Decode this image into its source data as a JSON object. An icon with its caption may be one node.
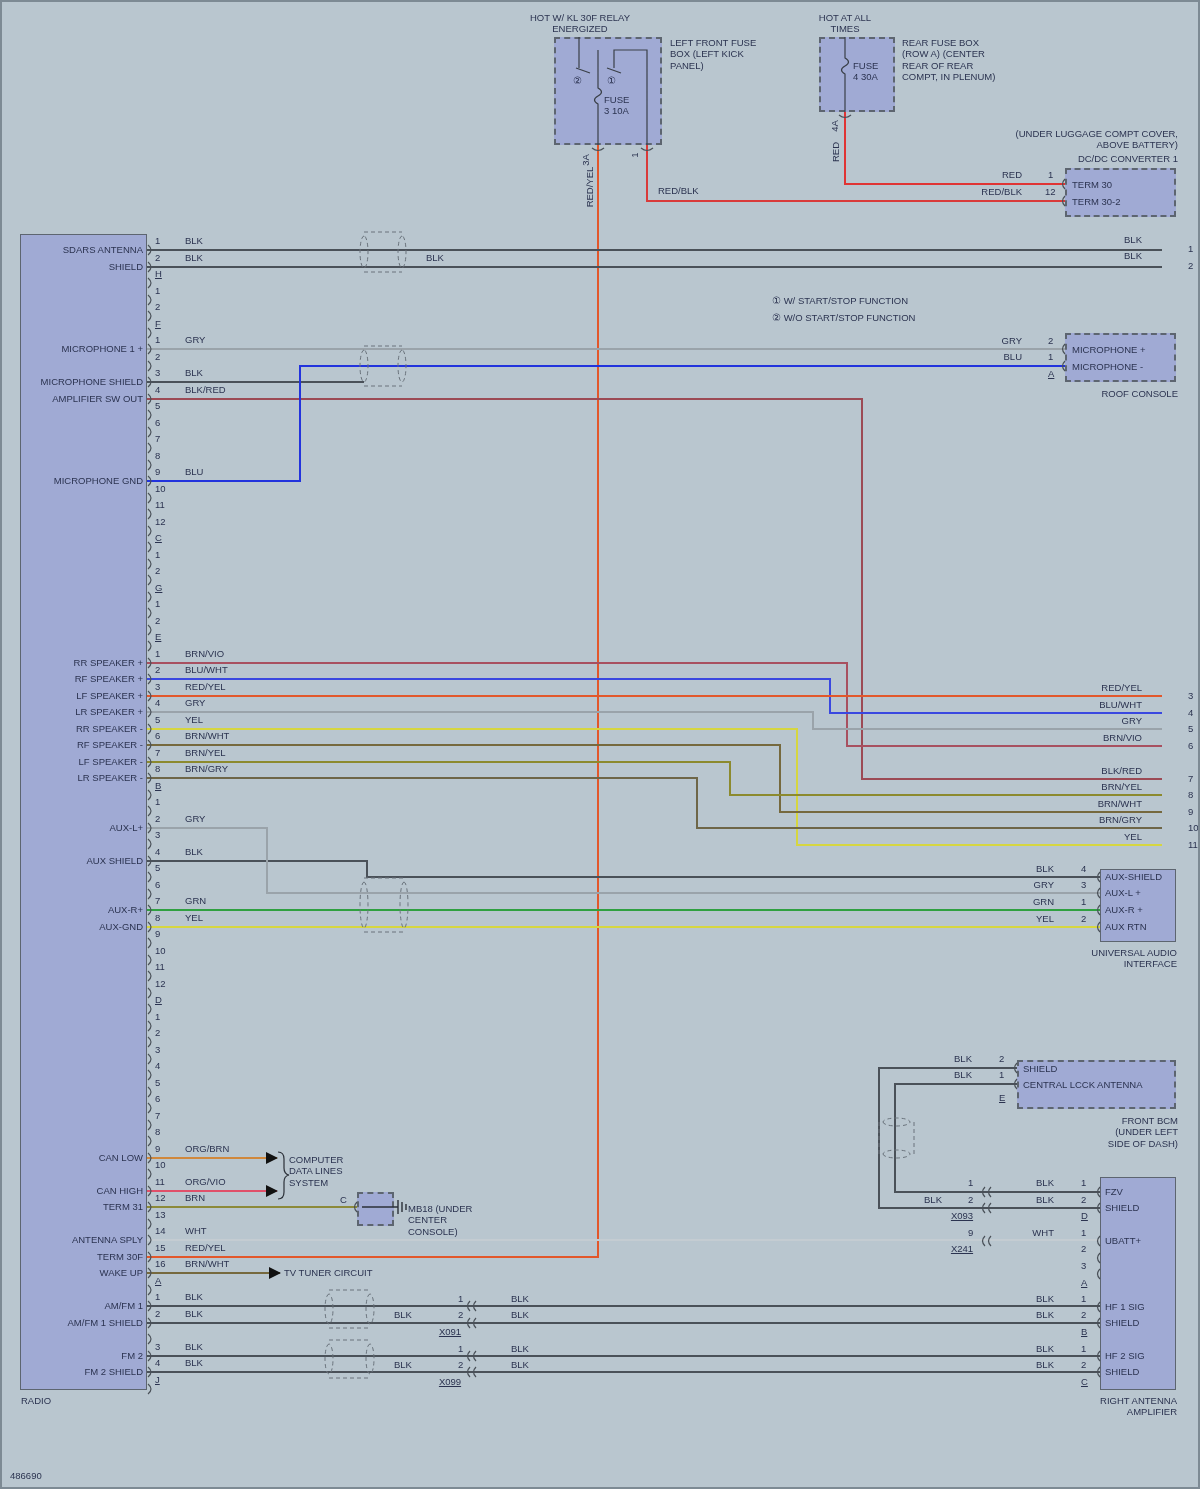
{
  "diagram": {
    "nodes": [
      {
        "text": [
          "SDARS ANTENNA",
          "SHIELD",
          "MICROPHONE 1 +",
          "MICROPHONE SHIELD",
          "AMPLIFIER SW OUT",
          "MICROPHONE GND",
          "RR SPEAKER +",
          "RF SPEAKER +",
          "LF SPEAKER +",
          "LR SPEAKER +",
          "RR SPEAKER -",
          "RF SPEAKER -",
          "LF SPEAKER -",
          "LR SPEAKER -",
          "AUX-L+",
          "AUX SHIELD",
          "AUX-R+",
          "AUX-GND",
          "CAN LOW",
          "CAN HIGH",
          "TERM 31",
          "ANTENNA SPLY",
          "TERM 30F",
          "WAKE UP",
          "AM/FM 1",
          "AM/FM 1 SHIELD",
          "FM 2",
          "FM 2 SHIELD",
          "RADIO"
        ]
      },
      {
        "text": [
          "LEFT FRONT FUSE BOX (LEFT KICK PANEL)",
          "HOT W/ KL 30F RELAY ENERGIZED",
          "FUSE 3 10A"
        ]
      },
      {
        "text": [
          "REAR FUSE BOX (ROW A) (CENTER REAR OF REAR COMPT, IN PLENUM)",
          "HOT AT ALL TIMES",
          "FUSE 4 30A"
        ]
      },
      {
        "text": [
          "(UNDER LUGGAGE COMPT COVER, ABOVE BATTERY)",
          "DC/DC CONVERTER 1",
          "TERM 30",
          "TERM 30-2"
        ]
      },
      {
        "text": [
          "MICROPHONE +",
          "MICROPHONE -",
          "ROOF CONSOLE"
        ]
      },
      {
        "text": [
          "AUX-SHIELD",
          "AUX-L +",
          "AUX-R +",
          "AUX RTN",
          "UNIVERSAL AUDIO INTERFACE"
        ]
      },
      {
        "text": [
          "SHIELD",
          "CENTRAL LCCK ANTENNA",
          "FRONT BCM (UNDER LEFT SIDE OF DASH)"
        ]
      },
      {
        "text": [
          "FZV",
          "SHIELD",
          "UBATT+",
          "HF 1 SIG",
          "SHIELD",
          "HF 2 SIG",
          "SHIELD",
          "RIGHT ANTENNA AMPLIFIER"
        ]
      },
      {
        "text": [
          "MB18 (UNDER CENTER CONSOLE)"
        ]
      },
      {
        "text": [
          "COMPUTER DATA LINES SYSTEM"
        ]
      },
      {
        "text": [
          "TV TUNER CIRCUIT"
        ]
      }
    ],
    "edges": [
      {
        "from": 1,
        "to": 0,
        "arrow": "none",
        "label": "RED/YEL",
        "color": "#e2572b"
      },
      {
        "from": 1,
        "to": 3,
        "arrow": "none",
        "label": "RED/BLK",
        "color": "#d93a3a"
      },
      {
        "from": 2,
        "to": 3,
        "arrow": "none",
        "label": "RED",
        "color": "#e03434"
      },
      {
        "from": 0,
        "to": null,
        "arrow": "none",
        "label": "BLK"
      },
      {
        "from": 0,
        "to": null,
        "arrow": "none",
        "label": "BLK"
      },
      {
        "from": 0,
        "to": 4,
        "arrow": "none",
        "label": "GRY",
        "color": "#9aa3aa"
      },
      {
        "from": 0,
        "to": null,
        "arrow": "none",
        "label": "BLK"
      },
      {
        "from": 0,
        "to": null,
        "arrow": "none",
        "label": "BLK/RED",
        "color": "#9c4a55"
      },
      {
        "from": 0,
        "to": 4,
        "arrow": "none",
        "label": "BLU",
        "color": "#2233dd"
      },
      {
        "from": 0,
        "to": null,
        "arrow": "none",
        "label": "BRN/VIO",
        "color": "#a85060"
      },
      {
        "from": 0,
        "to": null,
        "arrow": "none",
        "label": "BLU/WHT",
        "color": "#3a48e0"
      },
      {
        "from": 0,
        "to": null,
        "arrow": "none",
        "label": "RED/YEL",
        "color": "#e2572b"
      },
      {
        "from": 0,
        "to": null,
        "arrow": "none",
        "label": "GRY",
        "color": "#9aa3aa"
      },
      {
        "from": 0,
        "to": null,
        "arrow": "none",
        "label": "YEL",
        "color": "#d6d640"
      },
      {
        "from": 0,
        "to": null,
        "arrow": "none",
        "label": "BRN/WHT",
        "color": "#76693e"
      },
      {
        "from": 0,
        "to": null,
        "arrow": "none",
        "label": "BRN/YEL",
        "color": "#8c8a2e"
      },
      {
        "from": 0,
        "to": null,
        "arrow": "none",
        "label": "BRN/GRY",
        "color": "#6e6648"
      },
      {
        "from": 0,
        "to": 5,
        "arrow": "none",
        "label": "BLK"
      },
      {
        "from": 0,
        "to": 5,
        "arrow": "none",
        "label": "GRY",
        "color": "#9aa3aa"
      },
      {
        "from": 0,
        "to": 5,
        "arrow": "none",
        "label": "GRN",
        "color": "#2fa040"
      },
      {
        "from": 0,
        "to": 5,
        "arrow": "none",
        "label": "YEL",
        "color": "#d6d640"
      },
      {
        "from": 0,
        "to": 9,
        "arrow": "to",
        "label": "ORG/BRN",
        "color": "#d0883c"
      },
      {
        "from": 0,
        "to": 9,
        "arrow": "to",
        "label": "ORG/VIO",
        "color": "#e0506a"
      },
      {
        "from": 0,
        "to": 8,
        "arrow": "none",
        "label": "BRN",
        "color": "#8c8a3a"
      },
      {
        "from": 0,
        "to": 7,
        "arrow": "none",
        "label": "WHT",
        "color": "#c4ccd2"
      },
      {
        "from": 0,
        "to": 10,
        "arrow": "to",
        "label": "BRN/WHT",
        "color": "#76693e"
      },
      {
        "from": 0,
        "to": 7,
        "arrow": "none",
        "label": "BLK"
      },
      {
        "from": 0,
        "to": 7,
        "arrow": "none",
        "label": "BLK"
      },
      {
        "from": 0,
        "to": 7,
        "arrow": "none",
        "label": "BLK"
      },
      {
        "from": 0,
        "to": 7,
        "arrow": "none",
        "label": "BLK"
      },
      {
        "from": 6,
        "to": 7,
        "arrow": "none",
        "label": "BLK"
      },
      {
        "from": 6,
        "to": 7,
        "arrow": "none",
        "label": "BLK"
      }
    ],
    "labels": [
      "1",
      "2",
      "H",
      "1",
      "2",
      "F",
      "1",
      "2",
      "3",
      "4",
      "5",
      "6",
      "7",
      "8",
      "9",
      "10",
      "11",
      "12",
      "C",
      "1",
      "2",
      "G",
      "1",
      "2",
      "E",
      "1",
      "2",
      "3",
      "4",
      "5",
      "6",
      "7",
      "8",
      "B",
      "1",
      "2",
      "3",
      "4",
      "5",
      "6",
      "7",
      "8",
      "9",
      "10",
      "11",
      "12",
      "D",
      "1",
      "2",
      "3",
      "4",
      "5",
      "6",
      "7",
      "8",
      "9",
      "10",
      "11",
      "12",
      "13",
      "14",
      "15",
      "16",
      "A",
      "1",
      "2",
      "3",
      "4",
      "J",
      "BLK",
      "1",
      "BLK",
      "2",
      "BLK",
      "②",
      "①",
      "3A",
      "RED/YEL",
      "1",
      "4A",
      "RED",
      "1",
      "RED/BLK",
      "12",
      "GRY",
      "2",
      "BLU",
      "1",
      "A",
      "RED/YEL",
      "3",
      "BLU/WHT",
      "4",
      "GRY",
      "5",
      "BRN/VIO",
      "6",
      "BLK/RED",
      "7",
      "BRN/YEL",
      "8",
      "BRN/WHT",
      "9",
      "BRN/GRY",
      "10",
      "YEL",
      "11",
      "BLK",
      "4",
      "GRY",
      "3",
      "GRN",
      "1",
      "YEL",
      "2",
      "2",
      "1",
      "E",
      "1",
      "BLK",
      "2",
      "X093",
      "BLK",
      "1",
      "BLK",
      "2",
      "D",
      "9",
      "X241",
      "WHT",
      "1",
      "2",
      "3",
      "A",
      "C",
      "1",
      "BLK",
      "2",
      "X091",
      "BLK",
      "BLK",
      "BLK",
      "1",
      "BLK",
      "2",
      "B",
      "1",
      "BLK",
      "2",
      "X099",
      "BLK",
      "BLK",
      "BLK",
      "1",
      "BLK",
      "2",
      "C",
      "486690"
    ],
    "legend": [
      {
        "text": "① W/ START/STOP FUNCTION"
      },
      {
        "text": "② W/O START/STOP FUNCTION"
      }
    ]
  }
}
